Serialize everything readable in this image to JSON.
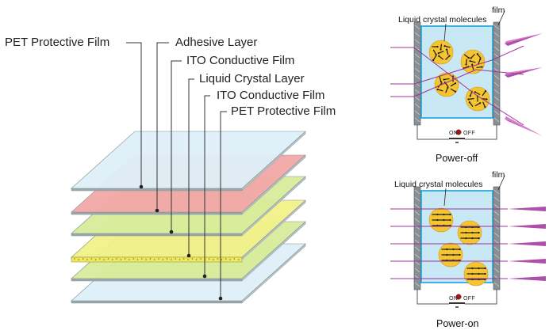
{
  "layer_diagram": {
    "labels": [
      "PET Protective Film",
      "Adhesive Layer",
      "ITO Conductive Film",
      "Liquid Crystal Layer",
      "ITO Conductive Film",
      "PET Protective Film"
    ],
    "layer_colors": [
      "#dff0f8",
      "#f3a8a8",
      "#d8ec9a",
      "#f2f28a",
      "#d8ec9a",
      "#dff0f8"
    ]
  },
  "power_off_panel": {
    "molecules_label": "Liquid crystal molecules",
    "film_label": "film",
    "switch_on": "ON",
    "switch_off": "OFF",
    "caption": "Power-off"
  },
  "power_on_panel": {
    "molecules_label": "Liquid crystal molecules",
    "film_label": "film",
    "switch_on": "ON",
    "switch_off": "OFF",
    "caption": "Power-on"
  },
  "colors": {
    "cell_blue": "#3fb1e3",
    "cell_inner": "#c9e8f5",
    "film_gray": "#8a8f94",
    "molecule_fill": "#f4c431",
    "light_purple": "#a0309a",
    "leader_line": "#333333"
  }
}
